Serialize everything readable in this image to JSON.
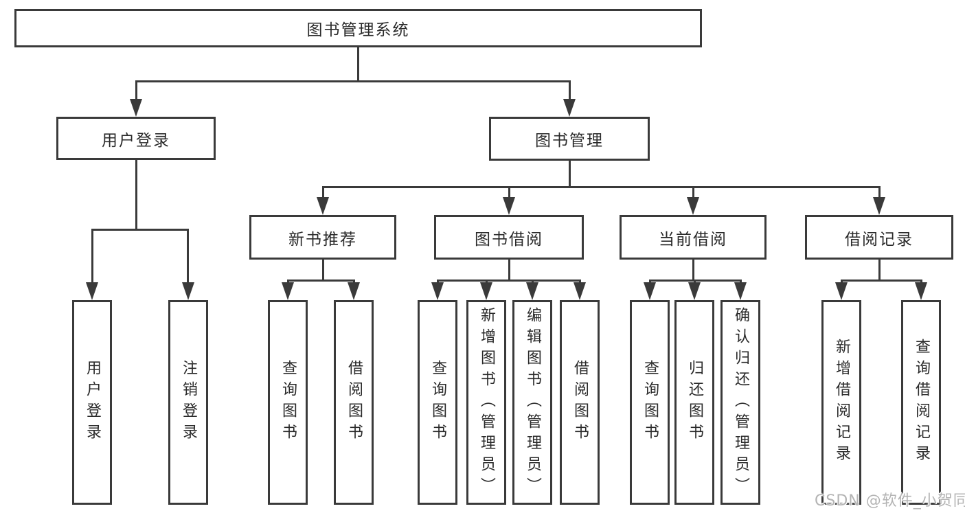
{
  "nodes": {
    "root": "图书管理系统",
    "user_login": "用户登录",
    "book_management": "图书管理",
    "new_book_recommend": "新书推荐",
    "book_borrow": "图书借阅",
    "current_borrow": "当前借阅",
    "borrow_records": "借阅记录"
  },
  "leaves": {
    "user_login": [
      "用户登录",
      "注销登录"
    ],
    "new_book_recommend": [
      "查询图书",
      "借阅图书"
    ],
    "book_borrow": [
      "查询图书",
      "新增图书（管理员）",
      "编辑图书（管理员）",
      "借阅图书"
    ],
    "current_borrow": [
      "查询图书",
      "归还图书",
      "确认归还（管理员）"
    ],
    "borrow_records": [
      "新增借阅记录",
      "查询借阅记录"
    ]
  },
  "watermark": "CSDN @软件_小贺同学",
  "colors": {
    "line": "#3a3a3a",
    "text": "#2a2a2a",
    "watermark": "#b4b4b4",
    "background": "#ffffff"
  }
}
